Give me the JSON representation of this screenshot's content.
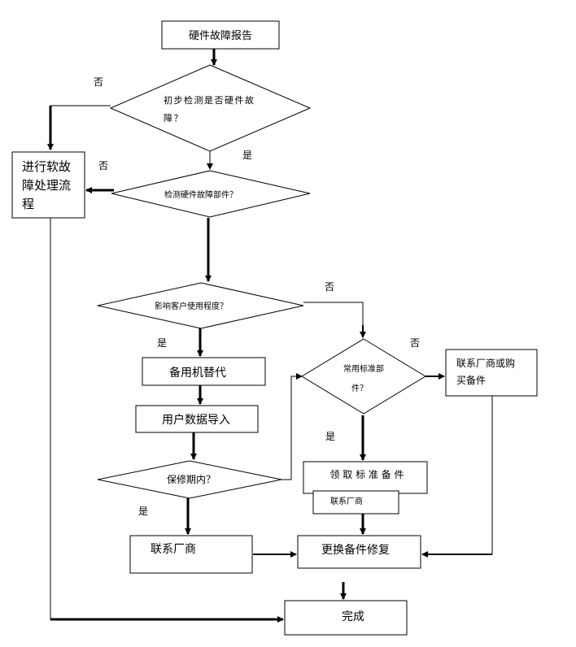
{
  "nodes": {
    "hw_report": "硬件故障报告",
    "prelim_check": [
      "初步检测是否硬件故",
      "障？"
    ],
    "soft_fault": [
      "进行软故",
      "障处理流",
      "程"
    ],
    "detect_part": "检测硬件故障部件？",
    "impact": "影响客户使用程度？",
    "standby": "备用机替代",
    "data_import": "用户数据导入",
    "warranty": "保修期内？",
    "contact_vendor": "联系厂商",
    "common_part": [
      "常用标准部",
      "件？"
    ],
    "vendor_buy": [
      "联系厂商或购",
      "买备件"
    ],
    "get_std_part": "领 取 标 准 备 件",
    "contact_vendor_small": "联系厂商",
    "replace_repair": "更换备件修复",
    "done": "完成"
  },
  "edge_labels": {
    "no_1": "否",
    "no_2": "否",
    "yes_1": "是",
    "no_3": "否",
    "yes_2": "是",
    "no_4": "否",
    "yes_3": "是",
    "yes_4": "是"
  }
}
